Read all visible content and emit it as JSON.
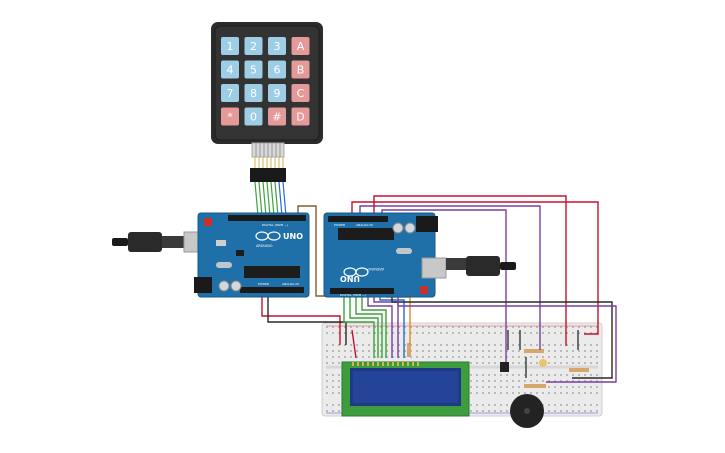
{
  "keypad": {
    "keys": [
      {
        "label": "1",
        "kind": "digit"
      },
      {
        "label": "2",
        "kind": "digit"
      },
      {
        "label": "3",
        "kind": "digit"
      },
      {
        "label": "A",
        "kind": "letter"
      },
      {
        "label": "4",
        "kind": "digit"
      },
      {
        "label": "5",
        "kind": "digit"
      },
      {
        "label": "6",
        "kind": "digit"
      },
      {
        "label": "B",
        "kind": "letter"
      },
      {
        "label": "7",
        "kind": "digit"
      },
      {
        "label": "8",
        "kind": "digit"
      },
      {
        "label": "9",
        "kind": "digit"
      },
      {
        "label": "C",
        "kind": "letter"
      },
      {
        "label": "*",
        "kind": "letter"
      },
      {
        "label": "0",
        "kind": "digit"
      },
      {
        "label": "#",
        "kind": "letter"
      },
      {
        "label": "D",
        "kind": "letter"
      }
    ]
  },
  "arduino_left": {
    "model": "UNO",
    "brand": "ARDUINO",
    "digital_label": "DIGITAL (PWM ~)",
    "power_label": "POWER",
    "analog_label": "ANALOG IN"
  },
  "arduino_right": {
    "model": "UNO",
    "brand": "ARDUINO",
    "digital_label": "DIGITAL (PWM ~)",
    "power_label": "POWER",
    "analog_label": "ANALOG IN"
  },
  "colors": {
    "board": "#1f6fa8",
    "board_dark": "#155a8a",
    "keypad_body": "#2a2a2a",
    "digit_key": "#9ecde6",
    "letter_key": "#e59a9a",
    "wire_red": "#c8102e",
    "wire_black": "#2a2a2a",
    "wire_purple": "#7a3fa0",
    "wire_green": "#3aa33a",
    "wire_orange": "#e08a1e",
    "breadboard": "#eaeaea",
    "lcd_frame": "#3c9a3c",
    "lcd_screen": "#1f3d8a"
  }
}
